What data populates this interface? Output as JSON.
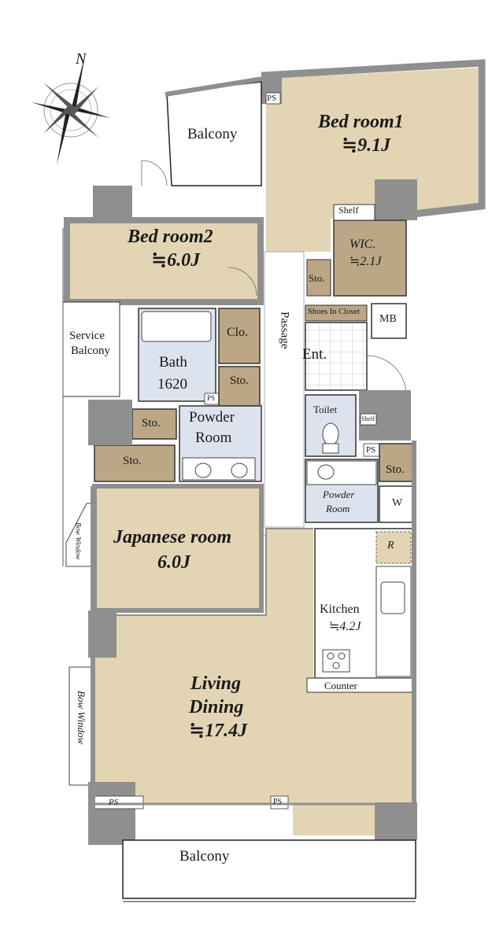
{
  "rooms": {
    "bedroom1": {
      "name": "Bed room1",
      "size": "≒9.1J"
    },
    "bedroom2": {
      "name": "Bed room2",
      "size": "≒6.0J"
    },
    "japanese": {
      "name": "Japanese room",
      "size": "6.0J"
    },
    "living": {
      "name1": "Living",
      "name2": "Dining",
      "size": "≒17.4J"
    },
    "kitchen": {
      "name": "Kitchen",
      "size": "≒4.2J"
    },
    "wic": {
      "name": "WIC.",
      "size": "≒2.1J"
    },
    "bath": {
      "name": "Bath",
      "size": "1620"
    }
  },
  "labels": {
    "balcony_top": "Balcony",
    "balcony_bottom": "Balcony",
    "service_balcony1": "Service",
    "service_balcony2": "Balcony",
    "passage": "Passage",
    "entrance": "Ent.",
    "toilet": "Toilet",
    "powder1_a": "Powder",
    "powder1_b": "Room",
    "powder2_a": "Powder",
    "powder2_b": "Room",
    "shoes": "Shoes In Closet",
    "shelf": "Shelf",
    "shelf_small": "Shelf",
    "mb": "MB",
    "w": "W",
    "r": "R",
    "counter": "Counter",
    "clo": "Clo.",
    "sto": "Sto.",
    "ps": "PS",
    "bow_window": "Bow Window"
  },
  "compass": {
    "letter": "N"
  },
  "colors": {
    "tan": "#e3d5b3",
    "brown": "#bba786",
    "blue": "#dde3ee",
    "wall": "#8f8f8f",
    "tile": "#ffffff"
  }
}
